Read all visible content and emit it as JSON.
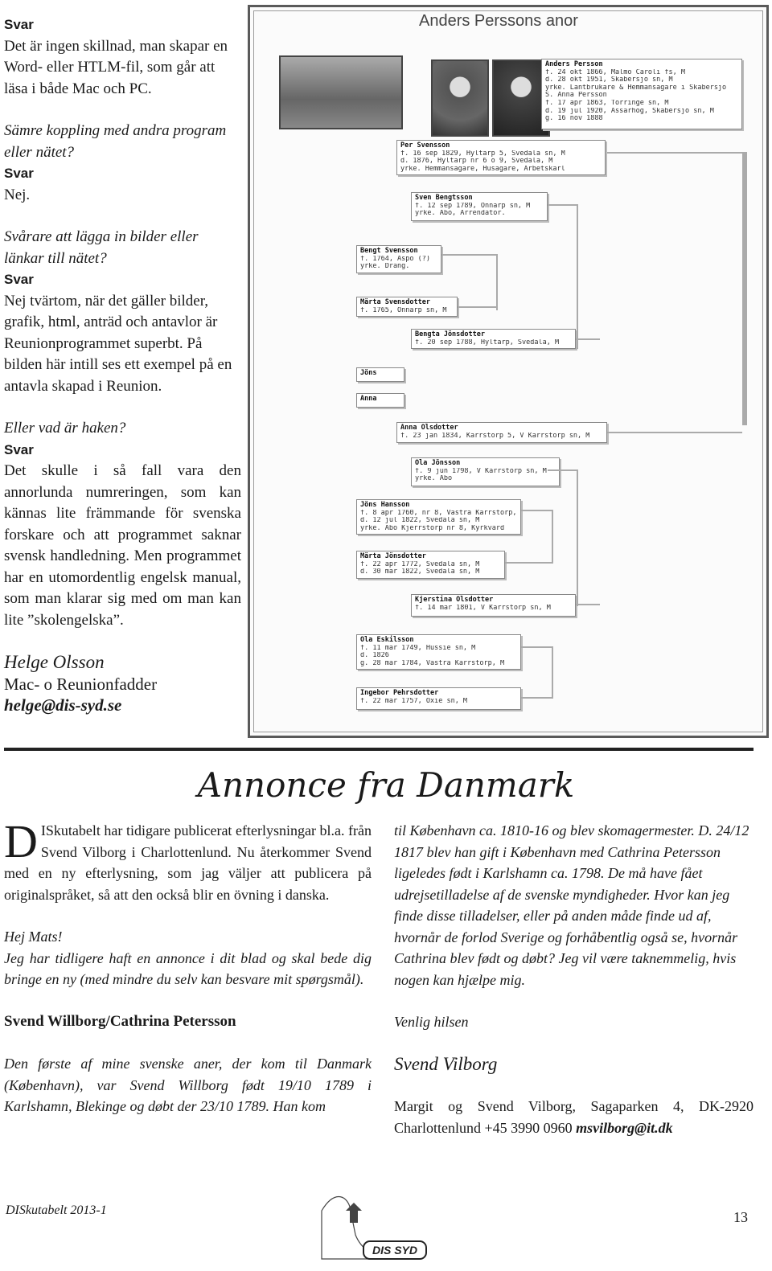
{
  "left_column": {
    "svar1": "Svar",
    "p1": "Det är ingen skillnad, man skapar en Word- eller HTLM-fil, som går att läsa i både Mac och PC.",
    "q2": "Sämre koppling med andra program eller nätet?",
    "svar2": "Svar",
    "p2": "Nej.",
    "q3": "Svårare att lägga in bilder eller länkar till nätet?",
    "svar3": "Svar",
    "p3": "Nej tvärtom, när det gäller bilder, grafik, html, anträd och antavlor är Reunionprogrammet superbt. På bilden här intill ses ett exempel på en antavla skapad i Reunion.",
    "q4": "Eller vad är haken?",
    "svar4": "Svar",
    "p4": "Det skulle i så fall vara den annorlunda numreringen, som kan kännas lite främmande för svenska forskare och att programmet saknar svensk handledning. Men programmet har en utomordentlig engelsk manual, som man klarar sig med om man kan lite ”skolengelska”.",
    "signature": "Helge Olsson",
    "role": "Mac- o Reunionfadder",
    "email": "helge@dis-syd.se"
  },
  "figure": {
    "title": "Anders Perssons anor",
    "boxes": [
      {
        "name": "Anders Persson",
        "lines": [
          "f. 24 okt 1866, Malmö Caroli fs, M",
          "d. 28 okt 1951, Skabersjö sn, M",
          "yrke. Lantbrukare & Hemmansägare i Skabersjö",
          "S. Anna Persson",
          "f. 17 apr 1863, Törringe sn, M",
          "d. 19 jul 1920, Assarhög, Skabersjö sn, M",
          "g. 16 nov 1888"
        ]
      },
      {
        "name": "Per Svensson",
        "lines": [
          "f. 16 sep 1829, Hyltarp 5, Svedala sn, M",
          "d. 1876, Hyltarp nr 6 o 9, Svedala, M",
          "yrke. Hemmansägare, Husägare, Arbetskarl"
        ]
      },
      {
        "name": "Sven Bengtsson",
        "lines": [
          "f. 12 sep 1789, Önnarp sn, M",
          "yrke. Åbo, Arrendator."
        ]
      },
      {
        "name": "Bengt Svensson",
        "lines": [
          "f. 1764, Aspö (?)",
          "yrke. Dräng."
        ]
      },
      {
        "name": "Märta Svensdotter",
        "lines": [
          "f. 1765, Önnarp sn, M"
        ]
      },
      {
        "name": "Bengta Jönsdotter",
        "lines": [
          "f. 20 sep 1788, Hyltarp, Svedala, M"
        ]
      },
      {
        "name": "Jöns",
        "lines": []
      },
      {
        "name": "Anna",
        "lines": []
      },
      {
        "name": "Anna Olsdotter",
        "lines": [
          "f. 23 jan 1834, Kärrstorp 5, V Kärrstorp sn, M"
        ]
      },
      {
        "name": "Ola Jönsson",
        "lines": [
          "f. 9 jun 1798, V Kärrstorp sn, M",
          "yrke. Åbo"
        ]
      },
      {
        "name": "Jöns Hansson",
        "lines": [
          "f. 8 apr 1760, nr 8, Västra Kärrstorp, M",
          "d. 12 jul 1822, Svedala sn, M",
          "yrke. Åbo Kjerrstorp nr 8, Kyrkvärd"
        ]
      },
      {
        "name": "Märta Jönsdotter",
        "lines": [
          "f. 22 apr 1772, Svedala sn, M",
          "d. 30 mar 1822, Svedala sn, M"
        ]
      },
      {
        "name": "Kjerstina Olsdotter",
        "lines": [
          "f. 14 mar 1801, V Kärrstorp sn, M"
        ]
      },
      {
        "name": "Ola Eskilsson",
        "lines": [
          "f. 11 mar 1749, Hussie sn, M",
          "d. 1826",
          "g. 28 mar 1784, Västra Kärrstorp, M"
        ]
      },
      {
        "name": "Ingebor Pehrsdotter",
        "lines": [
          "f. 22 mar 1757, Oxie sn, M"
        ]
      }
    ]
  },
  "annonce": {
    "heading": "Annonce fra Danmark",
    "dropcap": "D",
    "intro": "ISkutabelt har tidigare publicerat efterlysningar bl.a. från Svend Vilborg i Charlottenlund. Nu återkommer Svend med en ny efterlysning, som jag väljer att publicera på originalspråket, så att den också blir en övning i danska.",
    "greeting": "Hej Mats!",
    "letter1": "Jeg har tidligere haft en annonce i dit blad og skal bede dig bringe en ny (med mindre du selv kan besvare mit spørgsmål).",
    "name_line": "Svend Willborg/Cathrina Petersson",
    "letter2": "Den første af mine svenske aner, der kom til Danmark (København), var Svend Willborg født 19/10 1789 i Karlshamn, Blekinge og døbt der 23/10 1789. Han kom",
    "letter3": "til København ca. 1810-16 og blev skomagermester. D. 24/12 1817 blev han gift i København med Cathrina Petersson ligeledes født i Karlshamn ca. 1798. De må have fået udrejsetilladelse af de svenske myndigheder. Hvor kan jeg finde disse tilladelser, eller på anden måde finde ud af, hvornår de forlod Sverige og forhåbentlig også se, hvornår Cathrina blev født og døbt? Jeg vil være taknemmelig, hvis nogen kan hjælpe mig.",
    "closing": "Venlig hilsen",
    "signature": "Svend Vilborg",
    "address": "Margit og Svend Vilborg, Sagaparken 4, DK-2920 Charlottenlund +45 3990 0960",
    "email": "msvilborg@it.dk"
  },
  "footer": {
    "publication": "DISkutabelt 2013-1",
    "page_number": "13",
    "logo_text": "DIS SYD"
  }
}
